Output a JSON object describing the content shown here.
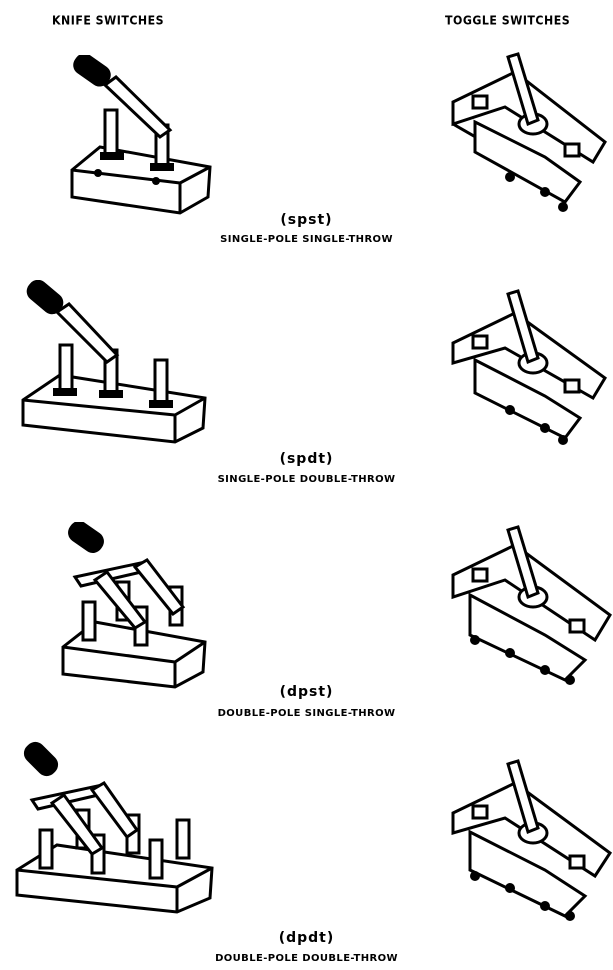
{
  "headers": {
    "knife": "KNIFE SWITCHES",
    "toggle": "TOGGLE SWITCHES"
  },
  "rows": [
    {
      "abbr": "(spst)",
      "name": "SINGLE-POLE SINGLE-THROW",
      "poles": 1,
      "throws": 1
    },
    {
      "abbr": "(spdt)",
      "name": "SINGLE-POLE DOUBLE-THROW",
      "poles": 1,
      "throws": 2
    },
    {
      "abbr": "(dpst)",
      "name": "DOUBLE-POLE SINGLE-THROW",
      "poles": 2,
      "throws": 1
    },
    {
      "abbr": "(dpdt)",
      "name": "DOUBLE-POLE DOUBLE-THROW",
      "poles": 2,
      "throws": 2
    }
  ]
}
